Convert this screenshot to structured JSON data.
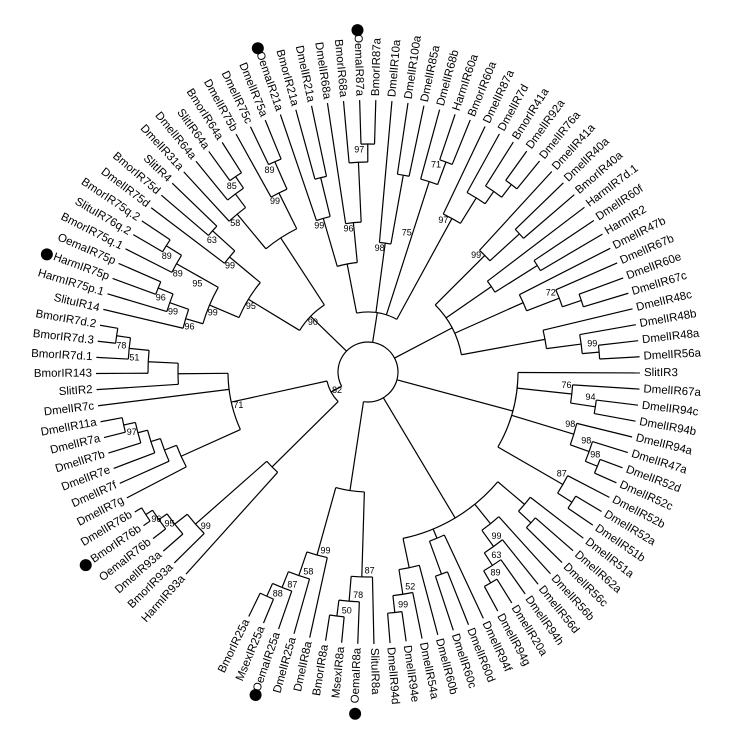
{
  "figure": {
    "leaves": [
      {
        "id": "l0",
        "label": "HarmIR93a",
        "marked": false
      },
      {
        "id": "l1",
        "label": "BmorIR93a",
        "marked": false
      },
      {
        "id": "l2",
        "label": "DmelIR93a",
        "marked": false
      },
      {
        "id": "l3",
        "label": "OemaIR76b",
        "marked": false
      },
      {
        "id": "l4",
        "label": "BmorIR76b",
        "marked": true
      },
      {
        "id": "l5",
        "label": "DmelIR76b",
        "marked": false
      },
      {
        "id": "l6",
        "label": "DmelIR7g",
        "marked": false
      },
      {
        "id": "l7",
        "label": "DmelIR7f",
        "marked": false
      },
      {
        "id": "l8",
        "label": "DmelIR7e",
        "marked": false
      },
      {
        "id": "l9",
        "label": "DmelIR7b",
        "marked": false
      },
      {
        "id": "l10",
        "label": "DmelIR7a",
        "marked": false
      },
      {
        "id": "l11",
        "label": "DmelIR11a",
        "marked": false
      },
      {
        "id": "l12",
        "label": "DmelIR7c",
        "marked": false
      },
      {
        "id": "l13",
        "label": "SlitIR2",
        "marked": false
      },
      {
        "id": "l14",
        "label": "BmorIR143",
        "marked": false
      },
      {
        "id": "l15",
        "label": "BmorIR7d.1",
        "marked": false
      },
      {
        "id": "l16",
        "label": "BmorIR7d.3",
        "marked": false
      },
      {
        "id": "l17",
        "label": "BmorIR7d.2",
        "marked": false
      },
      {
        "id": "l18",
        "label": "SlituIR14",
        "marked": false
      },
      {
        "id": "l19",
        "label": "HarmIR75p.1",
        "marked": false
      },
      {
        "id": "l20",
        "label": "HarmIR75p",
        "marked": true
      },
      {
        "id": "l21",
        "label": "OemaIR75p",
        "marked": false
      },
      {
        "id": "l22",
        "label": "BmorIR75q.1",
        "marked": false
      },
      {
        "id": "l23",
        "label": "SlituIR76q.2",
        "marked": false
      },
      {
        "id": "l24",
        "label": "BmorIR75q.2",
        "marked": false
      },
      {
        "id": "l25",
        "label": "DmelIR75d",
        "marked": false
      },
      {
        "id": "l26",
        "label": "BmorIR75d",
        "marked": false
      },
      {
        "id": "l27",
        "label": "SlitIR4",
        "marked": false
      },
      {
        "id": "l28",
        "label": "DmelIR31a",
        "marked": false
      },
      {
        "id": "l29",
        "label": "DmelIR64a",
        "marked": false
      },
      {
        "id": "l30",
        "label": "SlitIR64a",
        "marked": false
      },
      {
        "id": "l31",
        "label": "BmorIR64a",
        "marked": false
      },
      {
        "id": "l32",
        "label": "DmelIR75b",
        "marked": false
      },
      {
        "id": "l33",
        "label": "DmelIR75c",
        "marked": false
      },
      {
        "id": "l34",
        "label": "DmelIR75a",
        "marked": false
      },
      {
        "id": "l35",
        "label": "OemaIR21a",
        "marked": true
      },
      {
        "id": "l36",
        "label": "BmorIR21a",
        "marked": false
      },
      {
        "id": "l37",
        "label": "DmelIR21a",
        "marked": false
      },
      {
        "id": "l38",
        "label": "DmelIR68a",
        "marked": false
      },
      {
        "id": "l39",
        "label": "BmorIR68a",
        "marked": false
      },
      {
        "id": "l40",
        "label": "OemaIR87a",
        "marked": true
      },
      {
        "id": "l41",
        "label": "BmorIR87a",
        "marked": false
      },
      {
        "id": "l42",
        "label": "DmelIR10a",
        "marked": false
      },
      {
        "id": "l43",
        "label": "DmelIR100a",
        "marked": false
      },
      {
        "id": "l44",
        "label": "DmelIR85a",
        "marked": false
      },
      {
        "id": "l45",
        "label": "DmelIR68b",
        "marked": false
      },
      {
        "id": "l46",
        "label": "HarmIR60a",
        "marked": false
      },
      {
        "id": "l47",
        "label": "BmorIR60a",
        "marked": false
      },
      {
        "id": "l48",
        "label": "DmelIR87a",
        "marked": false
      },
      {
        "id": "l49",
        "label": "DmelIR7d",
        "marked": false
      },
      {
        "id": "l50",
        "label": "BmorIR41a",
        "marked": false
      },
      {
        "id": "l51",
        "label": "DmelIR92a",
        "marked": false
      },
      {
        "id": "l52",
        "label": "DmelIR76a",
        "marked": false
      },
      {
        "id": "l53",
        "label": "DmelIR41a",
        "marked": false
      },
      {
        "id": "l54",
        "label": "DmelIR40a",
        "marked": false
      },
      {
        "id": "l55",
        "label": "BmorIR40a",
        "marked": false
      },
      {
        "id": "l56",
        "label": "HarmIR7d.1",
        "marked": false
      },
      {
        "id": "l57",
        "label": "DmelIR60f",
        "marked": false
      },
      {
        "id": "l58",
        "label": "HarmIR2",
        "marked": false
      },
      {
        "id": "l59",
        "label": "DmelIR47b",
        "marked": false
      },
      {
        "id": "l60",
        "label": "DmelIR67b",
        "marked": false
      },
      {
        "id": "l61",
        "label": "DmelIR60e",
        "marked": false
      },
      {
        "id": "l62",
        "label": "DmelIR67c",
        "marked": false
      },
      {
        "id": "l63",
        "label": "DmelIR48c",
        "marked": false
      },
      {
        "id": "l64",
        "label": "DmelIR48b",
        "marked": false
      },
      {
        "id": "l65",
        "label": "DmelIR48a",
        "marked": false
      },
      {
        "id": "l66",
        "label": "DmelIR56a",
        "marked": false
      },
      {
        "id": "l67",
        "label": "SlitIR3",
        "marked": false
      },
      {
        "id": "l68",
        "label": "DmelIR67a",
        "marked": false
      },
      {
        "id": "l69",
        "label": "DmelIR94c",
        "marked": false
      },
      {
        "id": "l70",
        "label": "DmelIR94b",
        "marked": false
      },
      {
        "id": "l71",
        "label": "DmelIR94a",
        "marked": false
      },
      {
        "id": "l72",
        "label": "DmelIR47a",
        "marked": false
      },
      {
        "id": "l73",
        "label": "DmelIR52d",
        "marked": false
      },
      {
        "id": "l74",
        "label": "DmelIR52c",
        "marked": false
      },
      {
        "id": "l75",
        "label": "DmelIR52b",
        "marked": false
      },
      {
        "id": "l76",
        "label": "DmelIR52a",
        "marked": false
      },
      {
        "id": "l77",
        "label": "DmelIR51b",
        "marked": false
      },
      {
        "id": "l78",
        "label": "DmelIR51a",
        "marked": false
      },
      {
        "id": "l79",
        "label": "DmelIR62a",
        "marked": false
      },
      {
        "id": "l80",
        "label": "DmelIR56c",
        "marked": false
      },
      {
        "id": "l81",
        "label": "DmelIR56b",
        "marked": false
      },
      {
        "id": "l82",
        "label": "DmelIR56d",
        "marked": false
      },
      {
        "id": "l83",
        "label": "DmelIR94h",
        "marked": false
      },
      {
        "id": "l84",
        "label": "DmelIR20a",
        "marked": false
      },
      {
        "id": "l85",
        "label": "DmelIR94g",
        "marked": false
      },
      {
        "id": "l86",
        "label": "DmelIR94f",
        "marked": false
      },
      {
        "id": "l87",
        "label": "DmelIR60d",
        "marked": false
      },
      {
        "id": "l88",
        "label": "DmelIR60c",
        "marked": false
      },
      {
        "id": "l89",
        "label": "DmelIR60b",
        "marked": false
      },
      {
        "id": "l90",
        "label": "DmelIR54a",
        "marked": false
      },
      {
        "id": "l91",
        "label": "DmelIR94e",
        "marked": false
      },
      {
        "id": "l92",
        "label": "DmelIR94d",
        "marked": false
      },
      {
        "id": "l93",
        "label": "SlituIR8a",
        "marked": false
      },
      {
        "id": "l94",
        "label": "OemaIR8a",
        "marked": true
      },
      {
        "id": "l95",
        "label": "MsexIR8a",
        "marked": false
      },
      {
        "id": "l96",
        "label": "BmorIR8a",
        "marked": false
      },
      {
        "id": "l97",
        "label": "DmelIR8a",
        "marked": false
      },
      {
        "id": "l98",
        "label": "DmelIR25a",
        "marked": false
      },
      {
        "id": "l99",
        "label": "OemaIR25a",
        "marked": true
      },
      {
        "id": "l100",
        "label": "MsexIR25a",
        "marked": false
      },
      {
        "id": "l101",
        "label": "BmorIR25a",
        "marked": false
      }
    ],
    "support_values": [
      "82",
      "71",
      "90",
      "95",
      "99",
      "96",
      "51",
      "78",
      "97",
      "99",
      "95",
      "96",
      "99",
      "96",
      "95",
      "89",
      "89",
      "99",
      "63",
      "58",
      "85",
      "99",
      "89",
      "99",
      "96",
      "97",
      "98",
      "75",
      "71",
      "97",
      "99",
      "72",
      "99",
      "76",
      "94",
      "98",
      "98",
      "98",
      "87",
      "99",
      "63",
      "89",
      "52",
      "99",
      "78",
      "50",
      "87",
      "99",
      "58",
      "87",
      "88"
    ]
  }
}
